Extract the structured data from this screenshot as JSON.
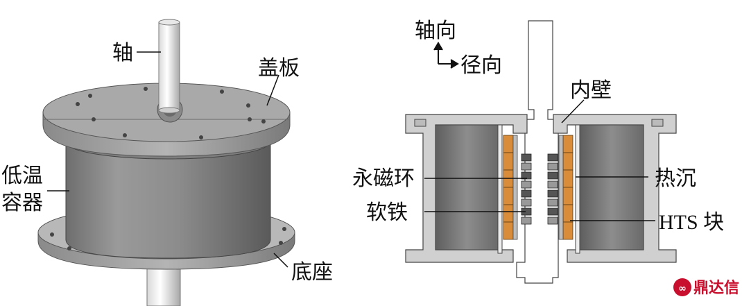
{
  "left_view": {
    "labels": {
      "shaft": "轴",
      "cover": "盖板",
      "cryostat_line1": "低温",
      "cryostat_line2": "容器",
      "base": "底座"
    }
  },
  "right_view": {
    "direction": {
      "axial": "轴向",
      "radial": "径向"
    },
    "labels": {
      "inner_wall": "内壁",
      "magnet_ring": "永磁环",
      "heat_sink": "热沉",
      "soft_iron": "软铁",
      "hts_block": "HTS 块"
    }
  },
  "watermark": {
    "text": "鼎达信",
    "color": "#c8102e"
  }
}
